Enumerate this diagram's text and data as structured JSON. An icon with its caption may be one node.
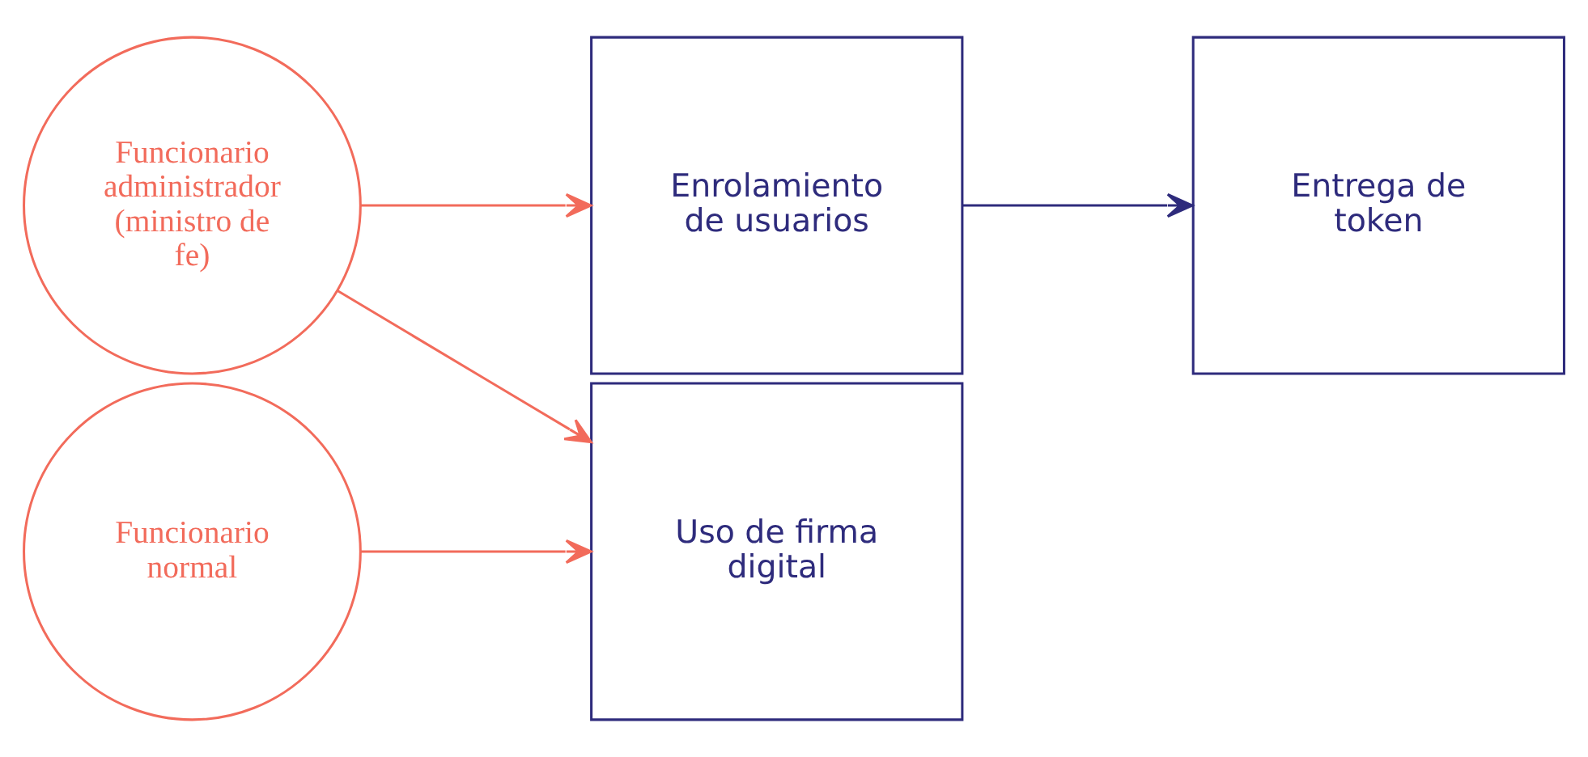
{
  "diagram": {
    "nodes": [
      {
        "text": [
          "Funcionario administrador",
          "(ministro de fe)"
        ]
      },
      {
        "text": [
          "Funcionario normal"
        ]
      },
      {
        "text": [
          "Enrolamiento de usuarios"
        ]
      },
      {
        "text": [
          "Uso de firma digital"
        ]
      },
      {
        "text": [
          "Entrega de token"
        ]
      }
    ],
    "edges": [
      {
        "from": 0,
        "to": 2,
        "arrow": "to"
      },
      {
        "from": 0,
        "to": 3,
        "arrow": "to"
      },
      {
        "from": 1,
        "to": 3,
        "arrow": "to"
      },
      {
        "from": 2,
        "to": 4,
        "arrow": "to",
        "color": "#2e2b7c"
      }
    ]
  }
}
